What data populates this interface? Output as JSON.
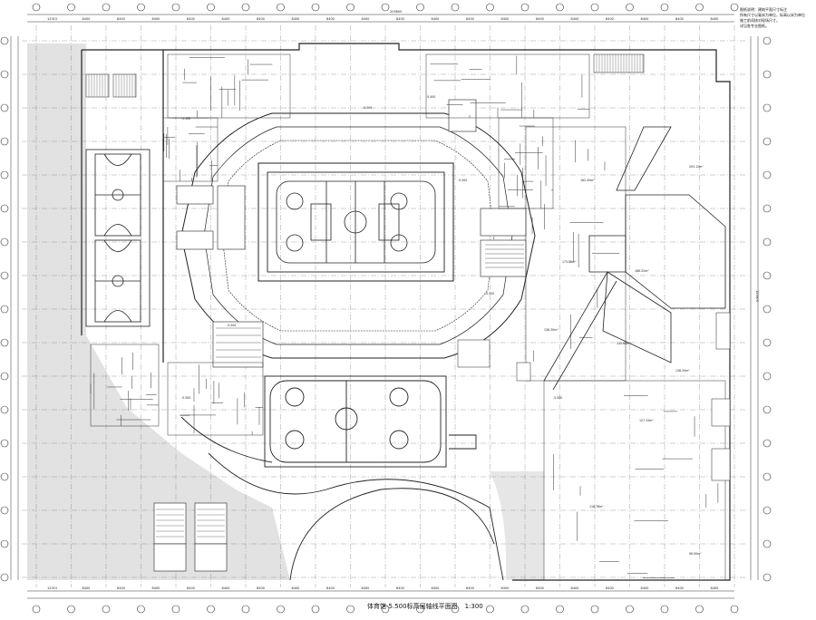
{
  "drawing": {
    "title": "体育馆-5.500标高层轴线平面图",
    "scale": "1:300",
    "notes": [
      "图纸说明：建筑平面尺寸标注",
      "所有尺寸以毫米为单位，标高以米为单位",
      "施工前须核对现场尺寸。",
      "详见各专业图纸。"
    ],
    "overall_dimension": "205800",
    "side_dimension": "155970",
    "top_dimensions": [
      "12315",
      "8400",
      "8400",
      "8400",
      "8400",
      "8400",
      "8400",
      "8400",
      "8400",
      "8400",
      "8400",
      "8400",
      "8400",
      "8400",
      "8400",
      "8400",
      "8400",
      "8400",
      "8400",
      "8400"
    ],
    "bottom_dimensions": [
      "12315",
      "8400",
      "8400",
      "8400",
      "8400",
      "8400",
      "8400",
      "8400",
      "8400",
      "8400",
      "8400",
      "8400",
      "8400",
      "8400",
      "8400",
      "8400",
      "8400",
      "8400",
      "8400",
      "8400"
    ],
    "room_labels": [
      "-5.500",
      "-5.500",
      "-5.500",
      "-5.500",
      "-5.500",
      "-5.500",
      "-5.500",
      "-5.500"
    ],
    "area_labels": [
      "203.12m²",
      "186.52m²",
      "173.88m²",
      "162.45m²",
      "156.30m²",
      "142.68m²",
      "138.20m²",
      "127.33m²",
      "118.76m²",
      "96.50m²"
    ]
  }
}
